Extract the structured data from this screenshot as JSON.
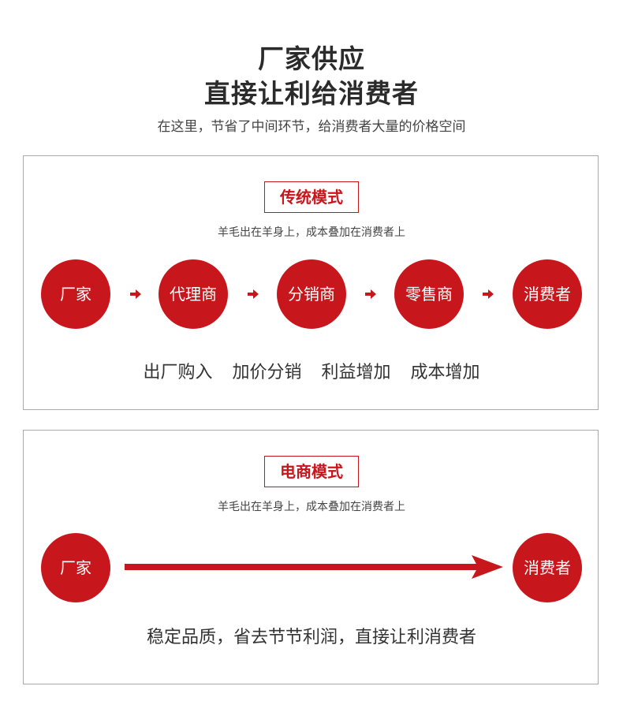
{
  "header": {
    "title_line1": "厂家供应",
    "title_line2": "直接让利给消费者",
    "subtitle": "在这里，节省了中间环节，给消费者大量的价格空间"
  },
  "traditional": {
    "tag": "传统模式",
    "note": "羊毛出在羊身上，成本叠加在消费者上",
    "steps": [
      "厂家",
      "代理商",
      "分销商",
      "零售商",
      "消费者"
    ],
    "effects": [
      "出厂购入",
      "加价分销",
      "利益增加",
      "成本增加"
    ]
  },
  "ecommerce": {
    "tag": "电商模式",
    "note": "羊毛出在羊身上，成本叠加在消费者上",
    "from": "厂家",
    "to": "消费者",
    "summary": "稳定品质，省去节节利润，直接让利消费者"
  },
  "colors": {
    "accent": "#c8161d",
    "border": "#aaaaaa"
  },
  "icons": [
    "arrow-right-icon",
    "long-arrow-right-icon"
  ]
}
